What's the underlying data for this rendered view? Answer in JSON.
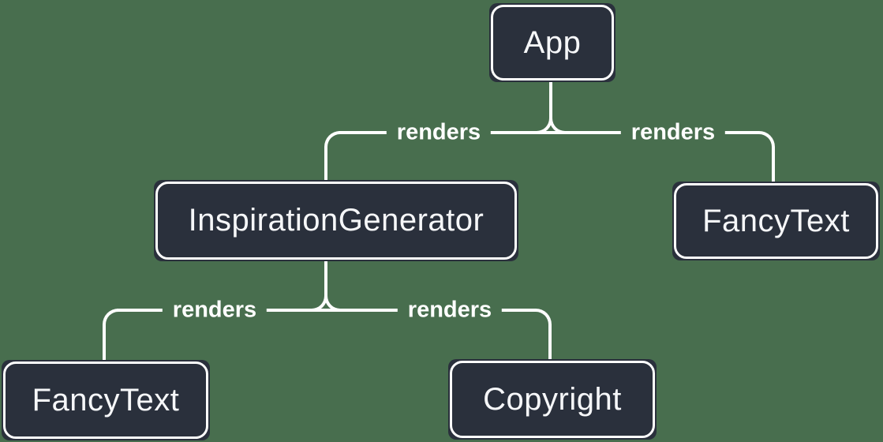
{
  "theme": {
    "background": "#486E4E",
    "box_fill": "#2A303C",
    "line_color": "#FFFFFF",
    "text_color": "#F6F7F9"
  },
  "diagram": {
    "type": "render-tree",
    "nodes": [
      {
        "id": "app",
        "label": "App"
      },
      {
        "id": "inspiration-generator",
        "label": "InspirationGenerator"
      },
      {
        "id": "fancy-text-top-right",
        "label": "FancyText"
      },
      {
        "id": "fancy-text-bottom-left",
        "label": "FancyText"
      },
      {
        "id": "copyright",
        "label": "Copyright"
      }
    ],
    "edges": [
      {
        "from": "App",
        "to": "InspirationGenerator",
        "label": "renders"
      },
      {
        "from": "App",
        "to": "FancyText",
        "label": "renders"
      },
      {
        "from": "InspirationGenerator",
        "to": "FancyText",
        "label": "renders"
      },
      {
        "from": "InspirationGenerator",
        "to": "Copyright",
        "label": "renders"
      }
    ]
  }
}
